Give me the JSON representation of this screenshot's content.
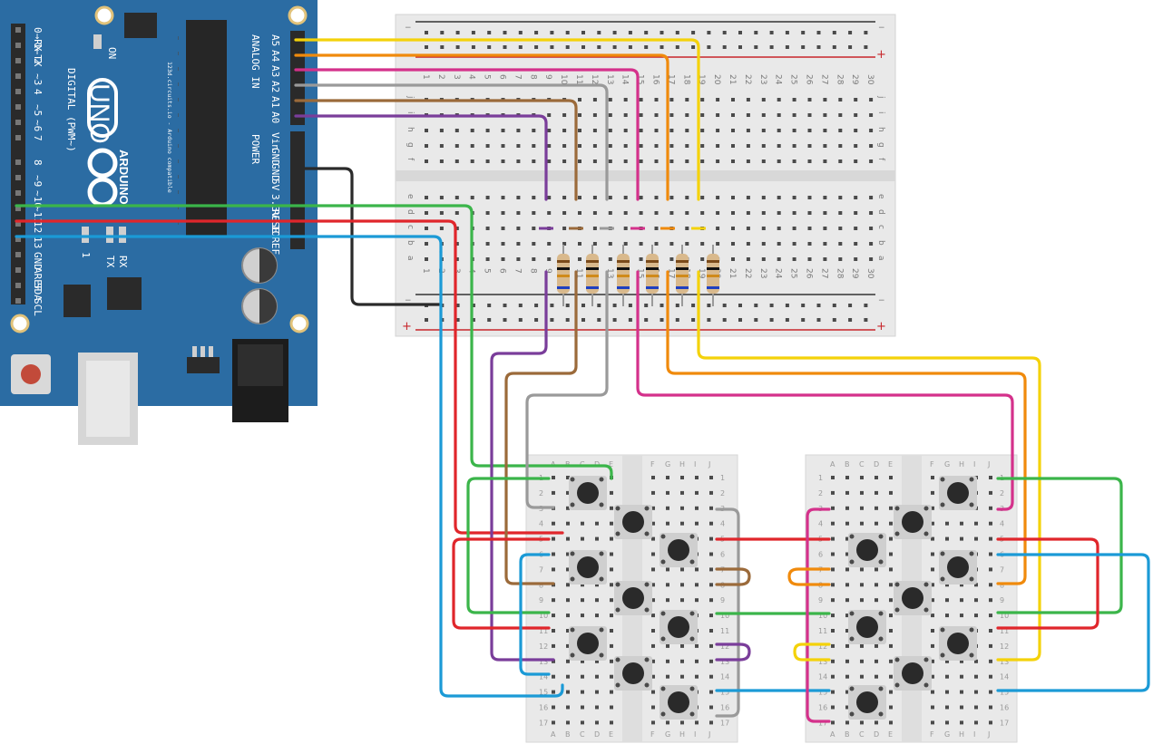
{
  "colors": {
    "board": "#2b6ca3",
    "boardDark": "#1f5686",
    "header": "#2a2a2a",
    "breadboard": "#e9e9e9",
    "hole": "#4a4a4a",
    "railRed": "#c8262b",
    "railBlack": "#333333",
    "button": "#2a2a2a"
  },
  "arduino": {
    "brand": "ARDUINO",
    "model": "UNO",
    "subtitle": "123d.circuits.io - Arduino compatible",
    "on_label": "ON",
    "digital_label": "DIGITAL (PWM~)",
    "analog_label": "ANALOG IN",
    "power_label": "POWER",
    "tx_label": "TX",
    "rx_label": "RX",
    "l_label": "1",
    "digital_pins": [
      "0→RX",
      "1←TX",
      "2",
      "~3",
      "4",
      "~5",
      "~6",
      "7",
      "8",
      "~9",
      "~10",
      "~11",
      "12",
      "13",
      "GND",
      "AREF",
      "SDA",
      "SCL"
    ],
    "analog_pins": [
      "A5",
      "A4",
      "A3",
      "A2",
      "A1",
      "A0"
    ],
    "power_pins": [
      "Vin",
      "GND",
      "GND",
      "5V",
      "3.3V",
      "RESET",
      "IOREF"
    ]
  },
  "breadboard": {
    "row_labels_top": [
      "j",
      "i",
      "h",
      "g",
      "f"
    ],
    "row_labels_bottom": [
      "e",
      "d",
      "c",
      "b",
      "a"
    ],
    "columns": [
      "1",
      "2",
      "3",
      "4",
      "5",
      "6",
      "7",
      "8",
      "9",
      "10",
      "11",
      "12",
      "13",
      "14",
      "15",
      "16",
      "17",
      "18",
      "19",
      "20",
      "21",
      "22",
      "23",
      "24",
      "25",
      "26",
      "27",
      "28",
      "29",
      "30"
    ],
    "rail_minus": "−",
    "rail_plus": "+"
  },
  "small_boards": {
    "letters_left": [
      "A",
      "B",
      "C",
      "D",
      "E"
    ],
    "letters_right": [
      "F",
      "G",
      "H",
      "I",
      "J"
    ],
    "rows": [
      "1",
      "2",
      "3",
      "4",
      "5",
      "6",
      "7",
      "8",
      "9",
      "10",
      "11",
      "12",
      "13",
      "14",
      "15",
      "16",
      "17"
    ]
  },
  "wire_colors": {
    "A5": "#f4d20a",
    "A4": "#f08a0c",
    "A3": "#d4318b",
    "A2": "#9a9a9a",
    "A1": "#9b6a3a",
    "A0": "#7a3d9a",
    "gnd": "#2a2a2a",
    "d11": "#3bb54a",
    "d12": "#e0262b",
    "d13": "#1b9ad6"
  }
}
